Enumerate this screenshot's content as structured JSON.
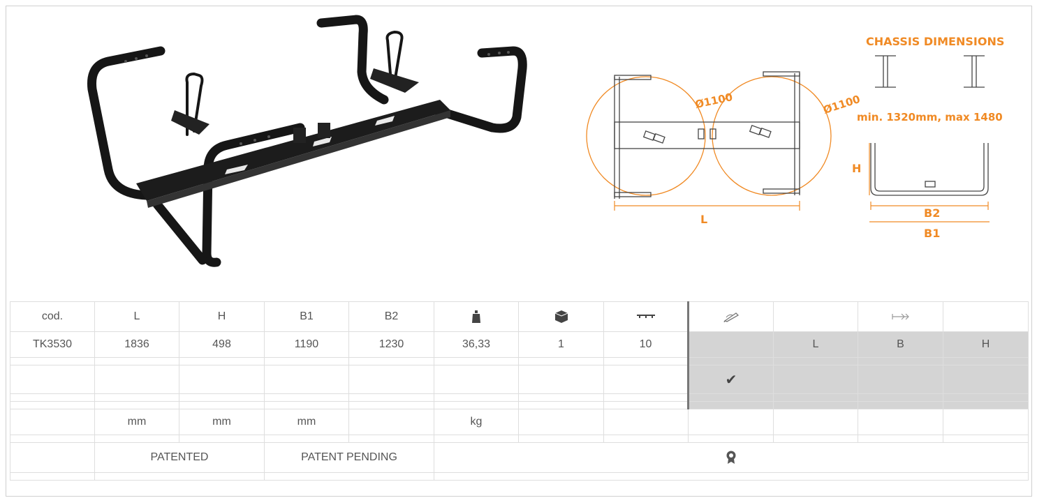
{
  "diagram": {
    "diameter_left": "Ø1100",
    "diameter_right": "Ø1100",
    "length_label": "L"
  },
  "chassis": {
    "title": "CHASSIS DIMENSIONS",
    "range": "min. 1320mm, max 1480",
    "h_label": "H",
    "b2_label": "B2",
    "b1_label": "B1"
  },
  "table": {
    "headers": {
      "code": "cod.",
      "l": "L",
      "h": "H",
      "b1": "B1",
      "b2": "B2",
      "weight_icon": "weight-icon",
      "box_icon": "box-icon",
      "bar_icon": "bar-icon",
      "pencil_icon": "pencil-icon",
      "arrows_icon": "arrows-icon"
    },
    "values": {
      "code": "TK3530",
      "l": "1836",
      "h": "498",
      "b1": "1190",
      "b2": "1230",
      "weight": "36,33",
      "qty": "1",
      "bar": "10"
    },
    "dims": {
      "l": "L",
      "b": "B",
      "h": "H"
    },
    "check": "✔",
    "units": {
      "l": "mm",
      "h": "mm",
      "b1": "mm",
      "weight": "kg"
    },
    "patent": {
      "patented": "PATENTED",
      "pending": "PATENT PENDING",
      "award_icon": "award-icon"
    }
  },
  "colors": {
    "accent": "#f08a24",
    "shade": "#d4d4d4"
  }
}
